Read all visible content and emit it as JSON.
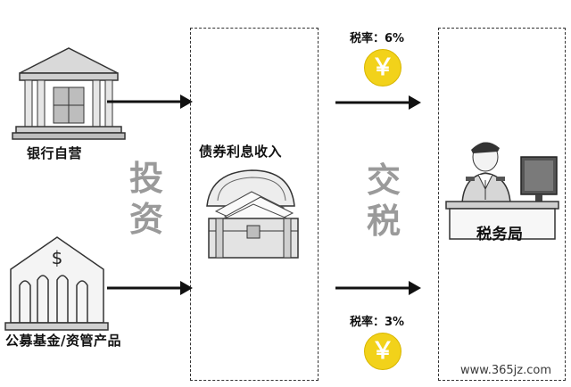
{
  "sources": {
    "bank_label": "银行自营",
    "fund_label": "公募基金/资管产品"
  },
  "middle": {
    "income_label": "债券利息收入",
    "invest_char_1": "投",
    "invest_char_2": "资"
  },
  "tax_flow": {
    "pay_char_1": "交",
    "pay_char_2": "税",
    "bank_rate_label": "税率：6%",
    "fund_rate_label": "税率：3%",
    "coin_symbol": "￥"
  },
  "tax_bureau": {
    "label": "税务局"
  },
  "watermark": "www.365jz.com",
  "colors": {
    "coin": "#f2d21a",
    "big_text": "#9a9a9a"
  }
}
